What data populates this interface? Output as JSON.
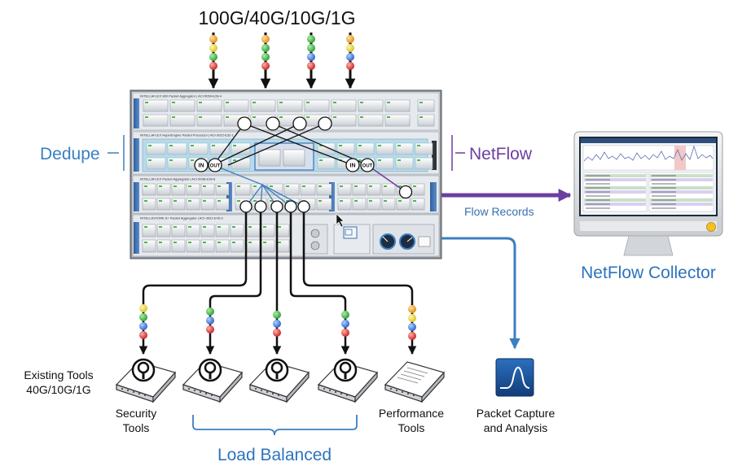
{
  "diagram": {
    "top_label": "100G/40G/10G/1G",
    "dedupe_label": "Dedupe",
    "netflow_label": "NetFlow",
    "flow_records_label": "Flow Records",
    "netflow_collector_label": "NetFlow Collector",
    "existing_tools_line1": "Existing Tools",
    "existing_tools_line2": "40G/10G/1G",
    "security_tools_line1": "Security",
    "security_tools_line2": "Tools",
    "performance_tools_line1": "Performance",
    "performance_tools_line2": "Tools",
    "packet_capture_line1": "Packet Capture",
    "packet_capture_line2": "and Analysis",
    "load_balanced_label": "Load Balanced"
  },
  "chassis": {
    "rows": [
      {
        "title": "INTELLAFLEX 800 Packet Aggregator | ACI-5050-E28-4"
      },
      {
        "title": "INTELLAFLEX HyperEngine Packet Processor | ACI-3022-E32-1"
      },
      {
        "title": "INTELLAFLEX Packet Aggregator | ACI-5038-E28-8"
      },
      {
        "title": "INTELLASTORE 8+ Packet Aggregator | ACI-3022-E43-3"
      }
    ],
    "port_in": "IN",
    "port_out": "OUT"
  },
  "colors": {
    "blue": "#3a7fc1",
    "purple": "#6b3fa0",
    "ball_orange": "#f0a020",
    "ball_yellow": "#e8d43a",
    "ball_green": "#3aa845",
    "ball_blue": "#2f6fd0",
    "ball_red": "#d83030"
  },
  "icons": {
    "input_arrow": "down-arrow-icon",
    "security_tool": "magnifier-appliance-icon",
    "performance_tool": "appliance-icon",
    "packet_capture": "waveform-icon",
    "collector": "monitor-icon"
  }
}
